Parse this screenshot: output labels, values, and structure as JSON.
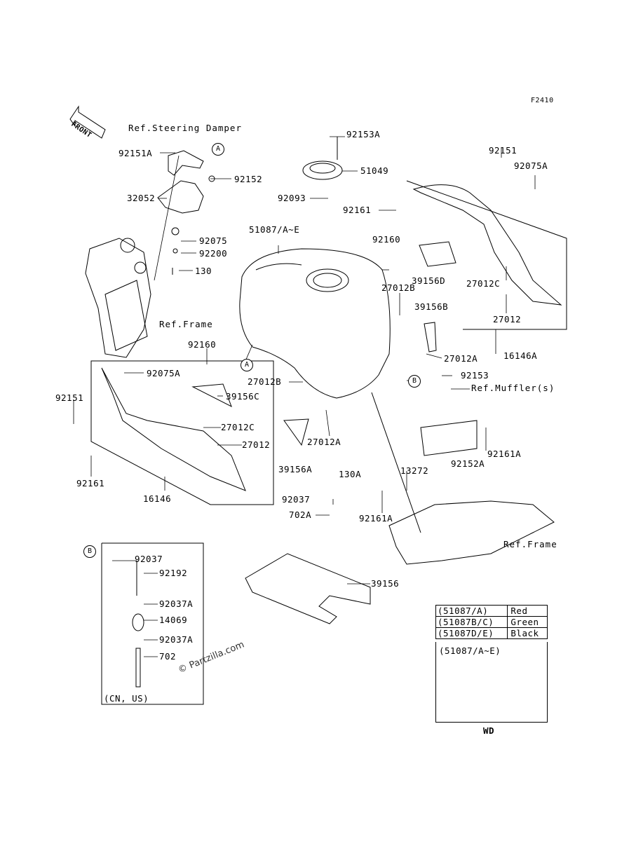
{
  "figure_code": "F2410",
  "front_label": "FRONT",
  "refs": {
    "steering_damper": "Ref.Steering Damper",
    "frame_left": "Ref.Frame",
    "frame_right": "Ref.Frame",
    "mufflers": "Ref.Muffler(s)"
  },
  "callouts": {
    "a": "A",
    "b": "B"
  },
  "parts": {
    "p92151A": "92151A",
    "p92152": "92152",
    "p32052": "32052",
    "p92075": "92075",
    "p92200": "92200",
    "p130": "130",
    "p92160_left": "92160",
    "p92075A_left": "92075A",
    "p92151_left": "92151",
    "p39156C": "39156C",
    "p27012C_left": "27012C",
    "p27012_left": "27012",
    "p92161_left": "92161",
    "p16146": "16146",
    "p92153A": "92153A",
    "p51049": "51049",
    "p92093": "92093",
    "p92161_top": "92161",
    "p51087": "51087/A~E",
    "p92160_mid": "92160",
    "p39156D": "39156D",
    "p27012B_top": "27012B",
    "p39156B": "39156B",
    "p27012A_right": "27012A",
    "p27012B_mid": "27012B",
    "p27012A_mid": "27012A",
    "p39156A": "39156A",
    "p130A": "130A",
    "p92151_right": "92151",
    "p92075A_right": "92075A",
    "p27012C_right": "27012C",
    "p27012_right": "27012",
    "p16146A": "16146A",
    "p92153": "92153",
    "p92161A_right": "92161A",
    "p92152A": "92152A",
    "p13272": "13272",
    "p92161A_low": "92161A",
    "p92037_mid": "92037",
    "p702A": "702A",
    "p39156": "39156",
    "p92037_inset": "92037",
    "p92192": "92192",
    "p92037A_1": "92037A",
    "p14069": "14069",
    "p92037A_2": "92037A",
    "p702": "702",
    "inset_note": "(CN, US)"
  },
  "legend": {
    "rows": [
      {
        "code": "(51087/A)",
        "color": "Red"
      },
      {
        "code": "(51087B/C)",
        "color": "Green"
      },
      {
        "code": "(51087D/E)",
        "color": "Black"
      }
    ],
    "detail_title": "(51087/A~E)",
    "detail_caption": "WD"
  },
  "watermark": "© Partzilla.com"
}
